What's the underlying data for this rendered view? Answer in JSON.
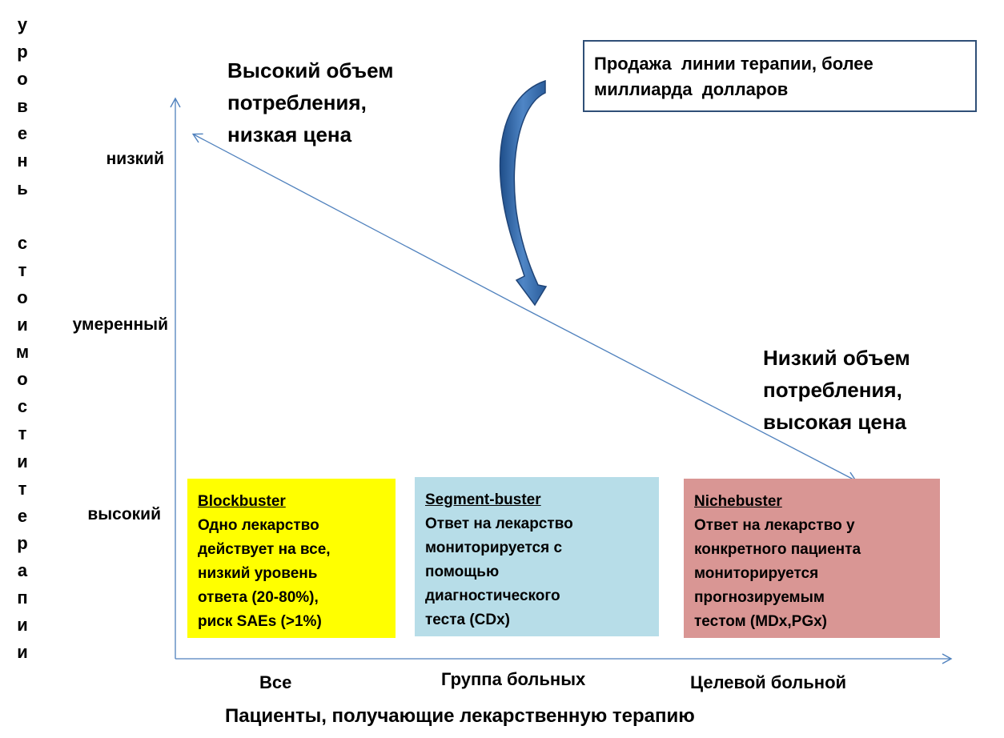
{
  "y_axis_title_letters": [
    "у",
    "р",
    "о",
    "в",
    "е",
    "н",
    "ь",
    " ",
    "с",
    "т",
    "о",
    "и",
    "м",
    "о",
    "с",
    "т",
    "и",
    "т",
    "е",
    "р",
    "а",
    "п",
    "и",
    "и"
  ],
  "y_levels": {
    "low": "низкий",
    "moderate": "умеренный",
    "high": "высокий"
  },
  "x_categories": {
    "all": "Все",
    "group": "Группа больных",
    "target": "Целевой больной"
  },
  "x_axis_title": "Пациенты, получающие лекарственную терапию",
  "top_left_text": [
    "Высокий объем",
    "потребления,",
    "низкая цена"
  ],
  "right_text": [
    "Низкий объем",
    "потребления,",
    "высокая цена"
  ],
  "callout": [
    "Продажа  линии терапии, более",
    "миллиарда  долларов"
  ],
  "boxes": {
    "blockbuster": {
      "title": "Blockbuster",
      "lines": [
        "Одно лекарство",
        "действует на все,",
        "низкий уровень",
        "ответа (20-80%),",
        "риск SAEs (>1%)"
      ],
      "color": "#ffff00"
    },
    "segmentbuster": {
      "title": "Segment-buster",
      "lines": [
        "Ответ на лекарство",
        "мониторируется с",
        "помощью",
        "диагностического",
        "теста (CDx)"
      ],
      "color": "#b7dde8"
    },
    "nichebuster": {
      "title": "Nichebuster",
      "lines": [
        "Ответ на лекарство у",
        "конкретного пациента",
        "мониторируется",
        "прогнозируемым",
        "тестом (MDx,PGx)"
      ],
      "color": "#d99694"
    }
  },
  "colors": {
    "axis": "#4f81bd",
    "curved_arrow": "#2e5c94",
    "callout_border": "#2f4f77"
  }
}
